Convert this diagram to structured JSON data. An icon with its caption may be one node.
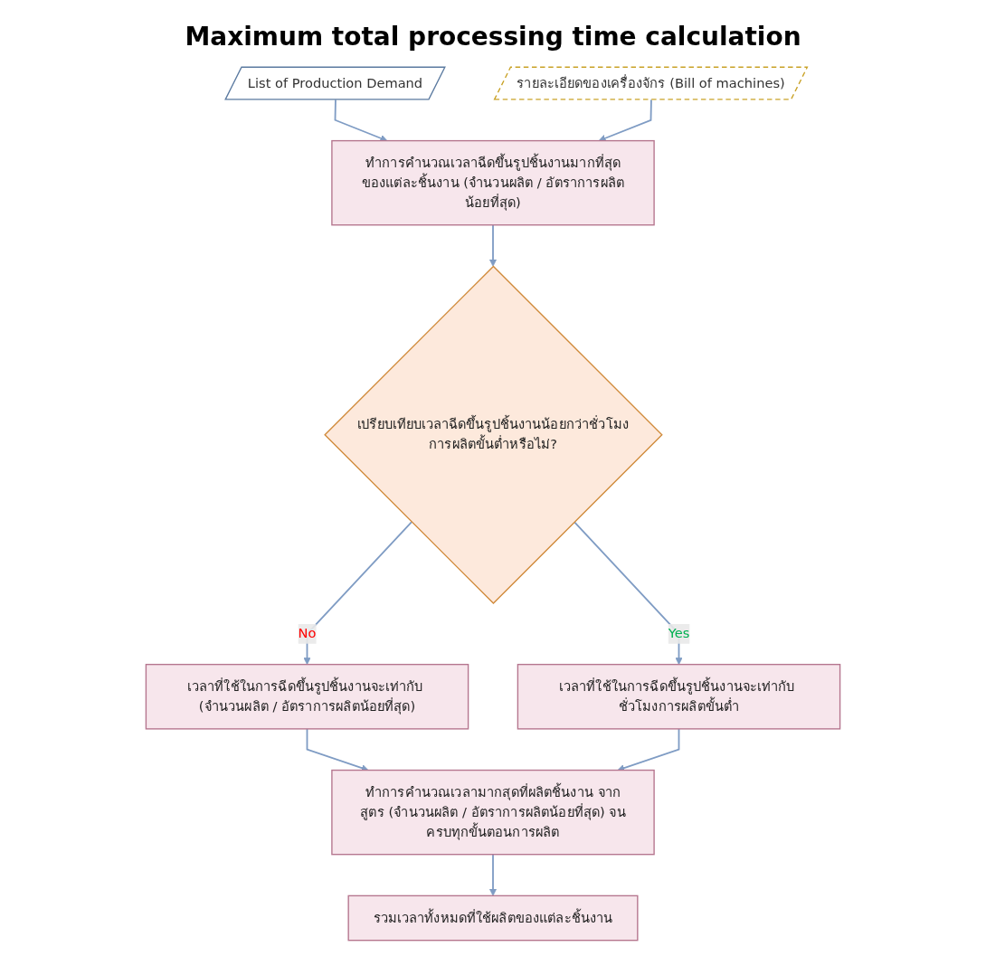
{
  "diagram": {
    "title": "Maximum total processing time calculation",
    "nodes": [
      {
        "text": [
          "List of Production Demand"
        ]
      },
      {
        "text": [
          "รายละเอียดของเครื่องจักร (Bill of machines)"
        ]
      },
      {
        "text": [
          "ทำการคำนวณเวลาฉีดขึ้นรูปชิ้นงานมากที่สุดของแต่ละชิ้นงาน (จำนวนผลิต / อัตราการผลิตน้อยที่สุด)"
        ]
      },
      {
        "text": [
          "เปรียบเทียบเวลาฉีดขึ้นรูปชิ้นงานน้อยกว่าชั่วโมงการผลิตขั้นต่ำหรือไม่?"
        ]
      },
      {
        "text": [
          "เวลาที่ใช้ในการฉีดขึ้นรูปชิ้นงานจะเท่ากับ (จำนวนผลิต / อัตราการผลิตน้อยที่สุด)"
        ]
      },
      {
        "text": [
          "เวลาที่ใช้ในการฉีดขึ้นรูปชิ้นงานจะเท่ากับ ชั่วโมงการผลิตขั้นต่ำ"
        ]
      },
      {
        "text": [
          "ทำการคำนวณเวลามากสุดที่ผลิตชิ้นงาน จากสูตร (จำนวนผลิต / อัตราการผลิตน้อยที่สุด) จนครบทุกขั้นตอนการผลิต"
        ]
      },
      {
        "text": [
          "รวมเวลาทั้งหมดที่ใช้ผลิตของแต่ละชิ้นงาน"
        ]
      }
    ],
    "edges": [
      {
        "from": 0,
        "to": 2,
        "arrow": "to"
      },
      {
        "from": 1,
        "to": 2,
        "arrow": "to"
      },
      {
        "from": 2,
        "to": 3,
        "arrow": "to"
      },
      {
        "from": 3,
        "to": 4,
        "arrow": "to",
        "label": "No"
      },
      {
        "from": 3,
        "to": 5,
        "arrow": "to",
        "label": "Yes"
      },
      {
        "from": 4,
        "to": 6,
        "arrow": "to"
      },
      {
        "from": 5,
        "to": 6,
        "arrow": "to"
      },
      {
        "from": 6,
        "to": 7,
        "arrow": "to"
      }
    ]
  }
}
